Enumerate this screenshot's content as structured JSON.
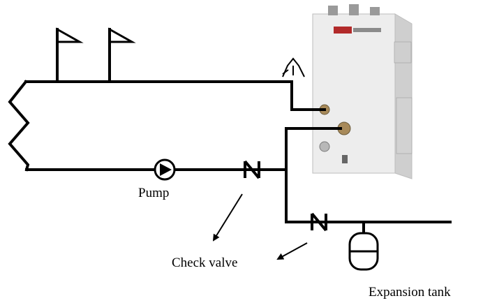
{
  "labels": {
    "pump": "Pump",
    "check_valve": "Check valve",
    "expansion_tank": "Expansion tank"
  },
  "colors": {
    "pipe": "#000000",
    "heater_body": "#e6e6e6",
    "heater_shadow": "#c9c9c9",
    "brand_band": "#b22a2a"
  },
  "icons": [
    "flag-icon",
    "air-vent-icon",
    "pump-icon",
    "check-valve-icon",
    "expansion-tank-icon",
    "water-heater-icon"
  ]
}
